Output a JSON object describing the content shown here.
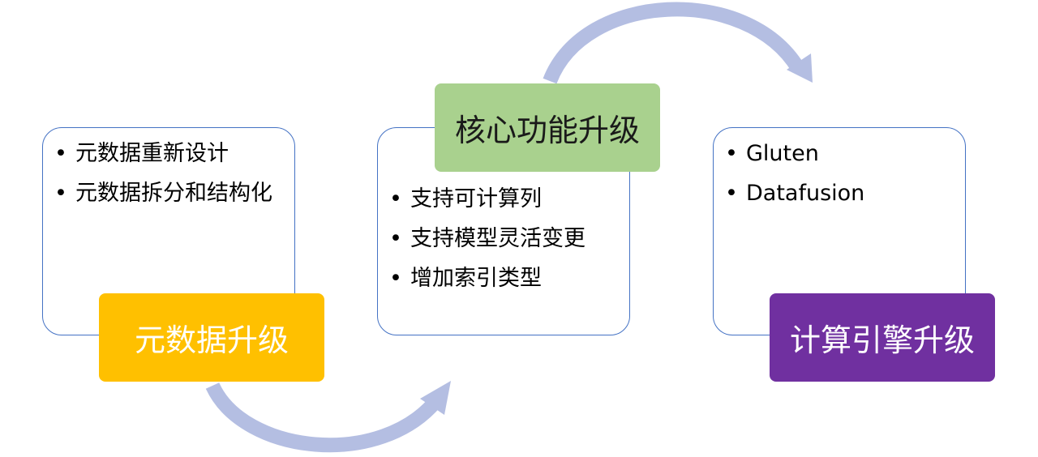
{
  "colors": {
    "border": "#4472C4",
    "stage1": "#FFC000",
    "stage2": "#A9D18E",
    "stage3": "#7030A0",
    "arrow": "#B4BEE2"
  },
  "stages": [
    {
      "title": "元数据升级",
      "items": [
        "元数据重新设计",
        "元数据拆分和结构化"
      ]
    },
    {
      "title": "核心功能升级",
      "items": [
        "支持可计算列",
        "支持模型灵活变更",
        "增加索引类型"
      ]
    },
    {
      "title": "计算引擎升级",
      "items": [
        "Gluten",
        "Datafusion"
      ]
    }
  ]
}
